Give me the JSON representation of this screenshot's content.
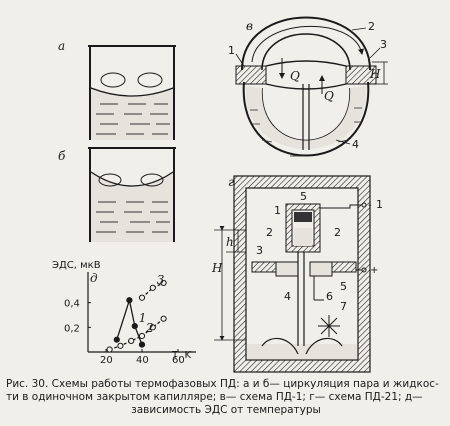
{
  "labels": {
    "a": "а",
    "b": "б",
    "v": "в",
    "g": "г",
    "d": "д",
    "n1": "1",
    "n2": "2",
    "n3": "3",
    "n4": "4",
    "n5": "5",
    "n6": "6",
    "n7": "7",
    "Q": "Q",
    "H": "H",
    "h": "h",
    "plus": "+",
    "minus": "-"
  },
  "chart_data": {
    "type": "line",
    "ylabel": "ЭДС, мкВ",
    "xlabel": "T, K",
    "xlim": [
      10,
      70
    ],
    "ylim": [
      0,
      0.6
    ],
    "x_ticks": [
      20,
      40,
      60
    ],
    "y_ticks": [
      0.2,
      0.4
    ],
    "y_tick_labels": [
      "0,2",
      "0,4"
    ],
    "series": [
      {
        "name": "1",
        "x": [
          26,
          33,
          36,
          40
        ],
        "y": [
          0.1,
          0.42,
          0.21,
          0.06
        ]
      },
      {
        "name": "2",
        "x": [
          22,
          28,
          34,
          40,
          46,
          52
        ],
        "y": [
          0.02,
          0.05,
          0.09,
          0.13,
          0.2,
          0.27
        ]
      },
      {
        "name": "3",
        "x": [
          40,
          46,
          52
        ],
        "y": [
          0.44,
          0.52,
          0.56
        ]
      }
    ]
  },
  "caption": {
    "line1": "Рис. 30. Схемы работы термофазовых ПД: а и б— циркуляция пара и жидкос-",
    "line2": "ти в одиночном закрытом капилляре; в— схема ПД-1; г— схема ПД-21; д—",
    "line3": "зависимость ЭДС от температуры"
  }
}
